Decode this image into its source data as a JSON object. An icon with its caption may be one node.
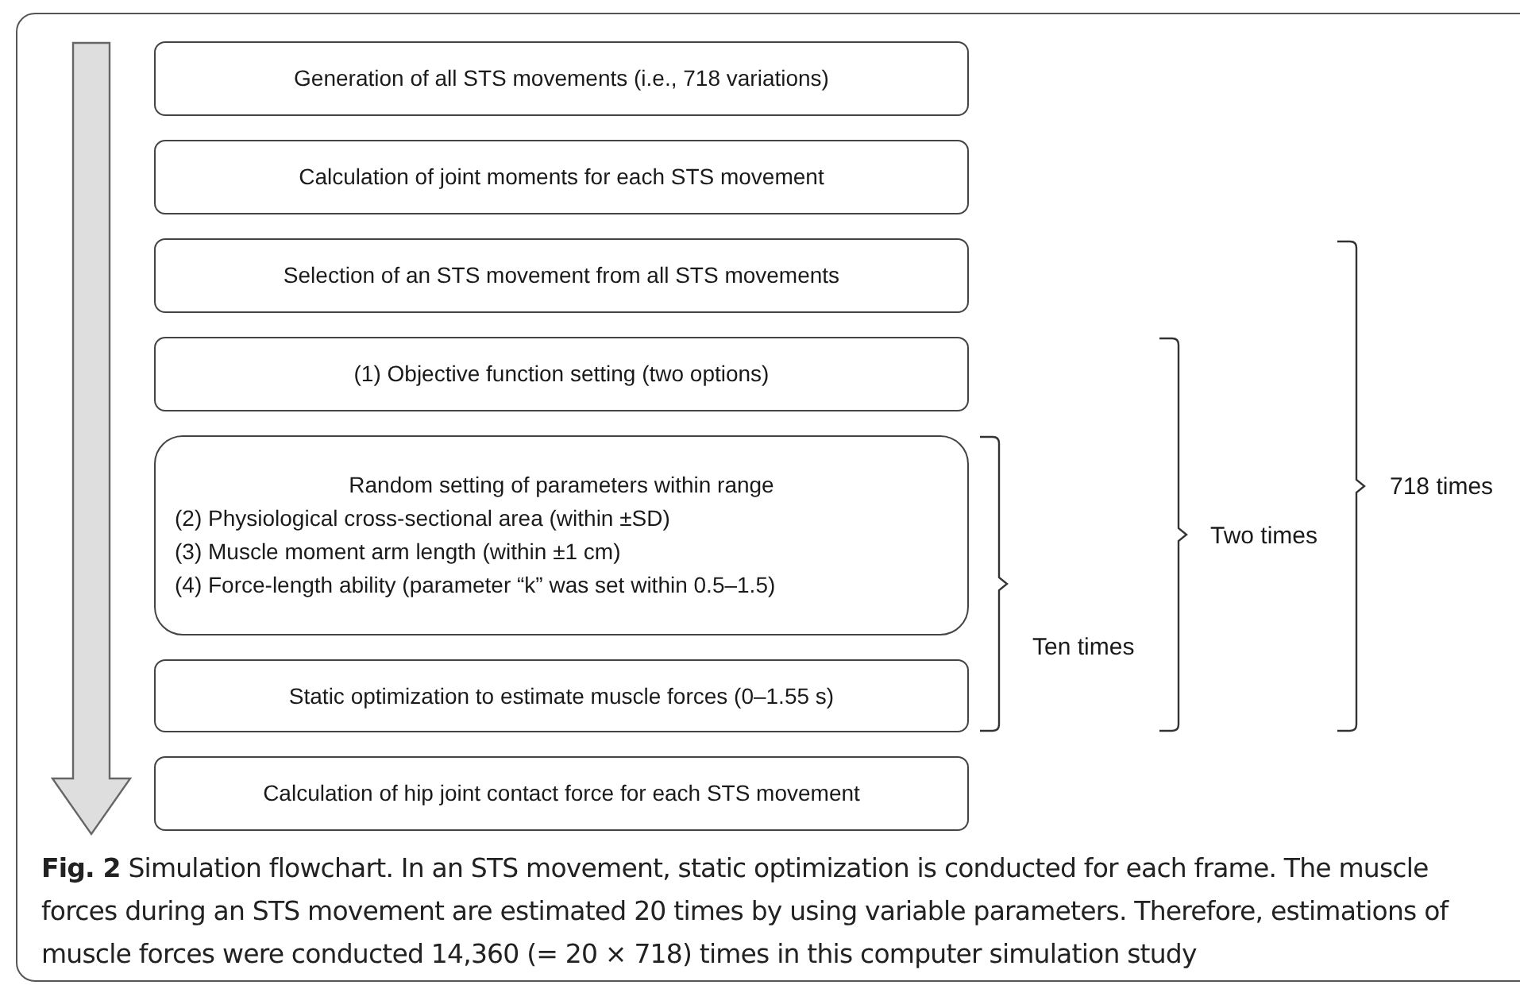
{
  "diagram": {
    "caption": "**Fig. 2** Simulation flowchart. In an STS movement, static optimization is conducted for each frame. The muscle forces during an STS movement are estimated 20 times by using variable parameters. Therefore, estimations of muscle forces were conducted 14,360 (= 20 × 718) times in this computer simulation study",
    "nodes": [
      {
        "text": [
          "Generation of all STS movements (i.e., 718 variations)"
        ]
      },
      {
        "text": [
          "Calculation of joint moments for each STS movement"
        ]
      },
      {
        "text": [
          "Selection of an STS movement from all STS movements"
        ]
      },
      {
        "text": [
          "(1) Objective function setting (two options)"
        ]
      },
      {
        "text": [
          "Random setting of parameters within range",
          "(2) Physiological cross-sectional area (within ±SD)",
          "(3) Muscle moment arm length (within ±1 cm)",
          "(4) Force-length ability (parameter “k” was set within 0.5–1.5)"
        ]
      },
      {
        "text": [
          "Static optimization to estimate muscle forces (0–1.55 s)"
        ]
      },
      {
        "text": [
          "Calculation of hip joint contact force for each STS movement"
        ]
      }
    ],
    "labels": [
      "Ten times",
      "Two times",
      "718 times"
    ]
  }
}
